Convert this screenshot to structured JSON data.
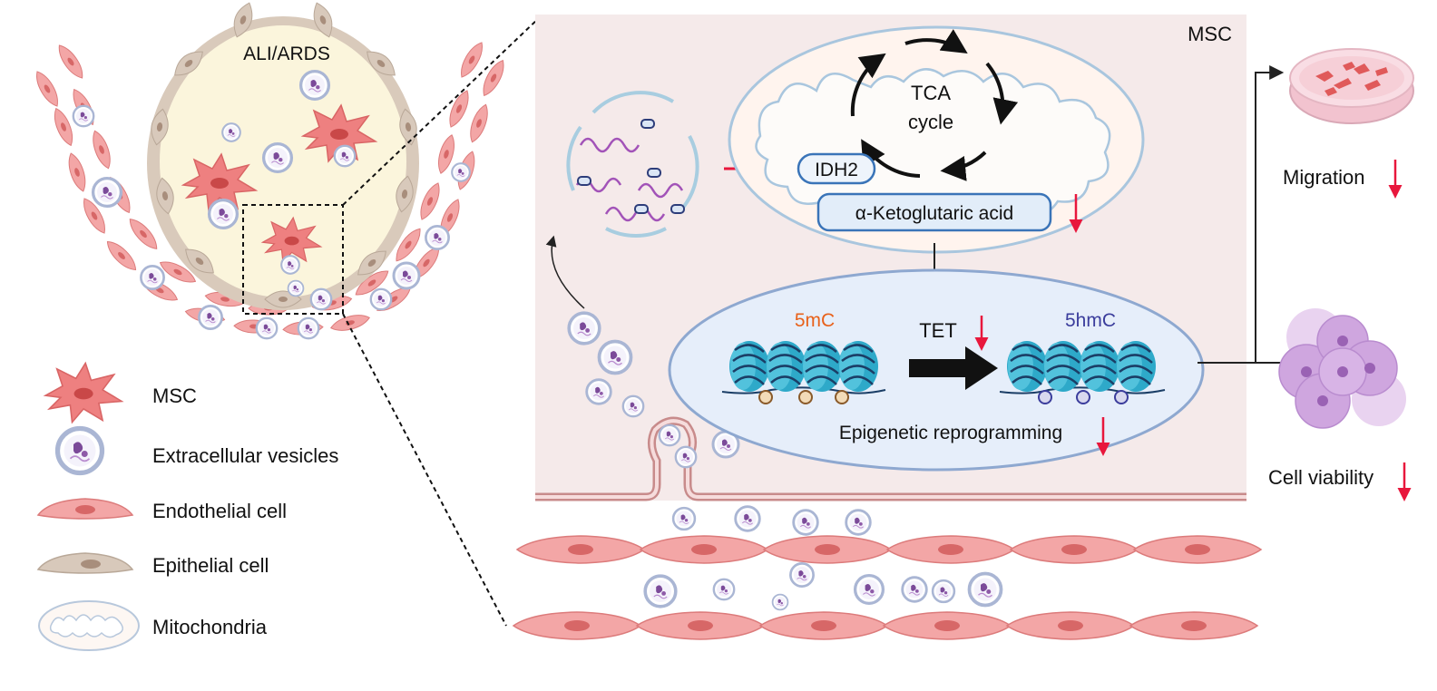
{
  "diagram": {
    "alveolus_label": "ALI/ARDS",
    "msc_panel_label": "MSC",
    "tca_line1": "TCA",
    "tca_line2": "cycle",
    "idh2_label": "IDH2",
    "akg_label": "α-Ketoglutaric acid",
    "mark_5mc": "5mC",
    "mark_5hmc": "5hmC",
    "tet_label": "TET",
    "epigenetic_label": "Epigenetic reprogramming",
    "migration_label": "Migration",
    "viability_label": "Cell viability"
  },
  "legend": {
    "items": [
      {
        "label": "MSC",
        "icon": "msc-icon"
      },
      {
        "label": "Extracellular vesicles",
        "icon": "vesicle-icon"
      },
      {
        "label": "Endothelial cell",
        "icon": "endothelial-cell-icon"
      },
      {
        "label": "Epithelial cell",
        "icon": "epithelial-cell-icon"
      },
      {
        "label": "Mitochondria",
        "icon": "mitochondria-icon"
      }
    ]
  },
  "colors": {
    "down_arrow": "#e8173c",
    "mark_5mc": "#e8611a",
    "mark_5hmc": "#3b3d9c",
    "msc_panel": "#f5eaea",
    "nucleus": "#e6eefa",
    "alveolus": "#fbf5dc",
    "endothelial": "#ee9c9c",
    "nucleosome": "#2ea9c9"
  }
}
